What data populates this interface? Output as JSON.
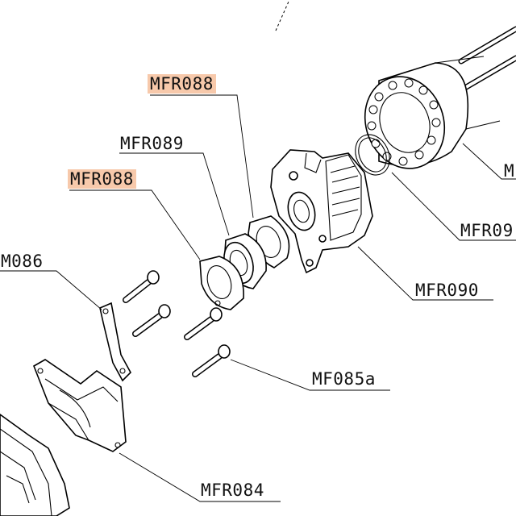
{
  "diagram": {
    "title": "",
    "highlight_color": "#f7c9ab",
    "line_color": "#000000",
    "labels": {
      "mfr088_top": "MFR088",
      "mfr089": "MFR089",
      "mfr088_mid": "MFR088",
      "m086": "M086",
      "mfr09_partial": "MFR09",
      "mfr090": "MFR090",
      "mf085a": "MF085a",
      "mfr084": "MFR084",
      "m_partial": "M"
    },
    "parts": [
      "cylinder-rotor",
      "o-ring",
      "carburetor-body",
      "gasket-outer",
      "spacer",
      "gasket-inner",
      "bolt",
      "bolt",
      "bolt",
      "bolt",
      "bracket-plate",
      "intake-manifold",
      "housing-partial",
      "long-rods"
    ]
  }
}
